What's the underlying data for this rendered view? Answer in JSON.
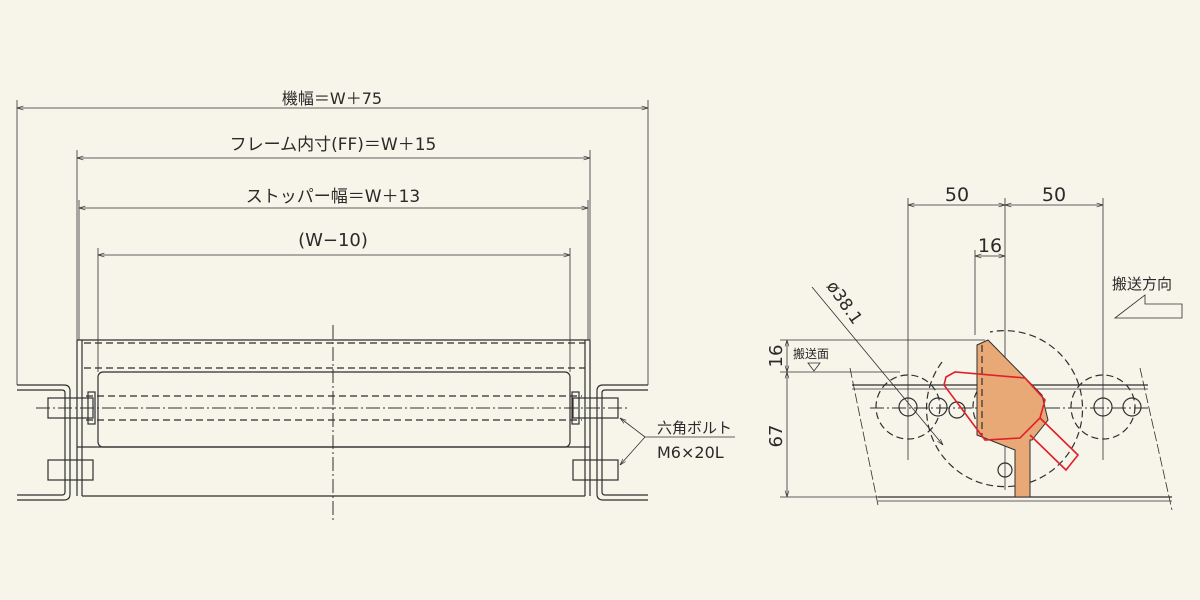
{
  "left_view": {
    "machine_width": "機幅＝W＋75",
    "frame_inner": "フレーム内寸(FF)＝W＋15",
    "stopper_width": "ストッパー幅＝W＋13",
    "roller_length": "(W−10)",
    "bolt_name": "六角ボルト",
    "bolt_spec": "M6×20L"
  },
  "side_view": {
    "pitch_left": "50",
    "pitch_right": "50",
    "offset": "16",
    "diameter": "ø38.1",
    "height_above": "16",
    "height_frame": "67",
    "conveying_surface": "搬送面",
    "conveying_direction": "搬送方向"
  },
  "colors": {
    "stopper": "#e8a977",
    "stopper_open": "#e0202a",
    "line": "#2f2f2f"
  }
}
